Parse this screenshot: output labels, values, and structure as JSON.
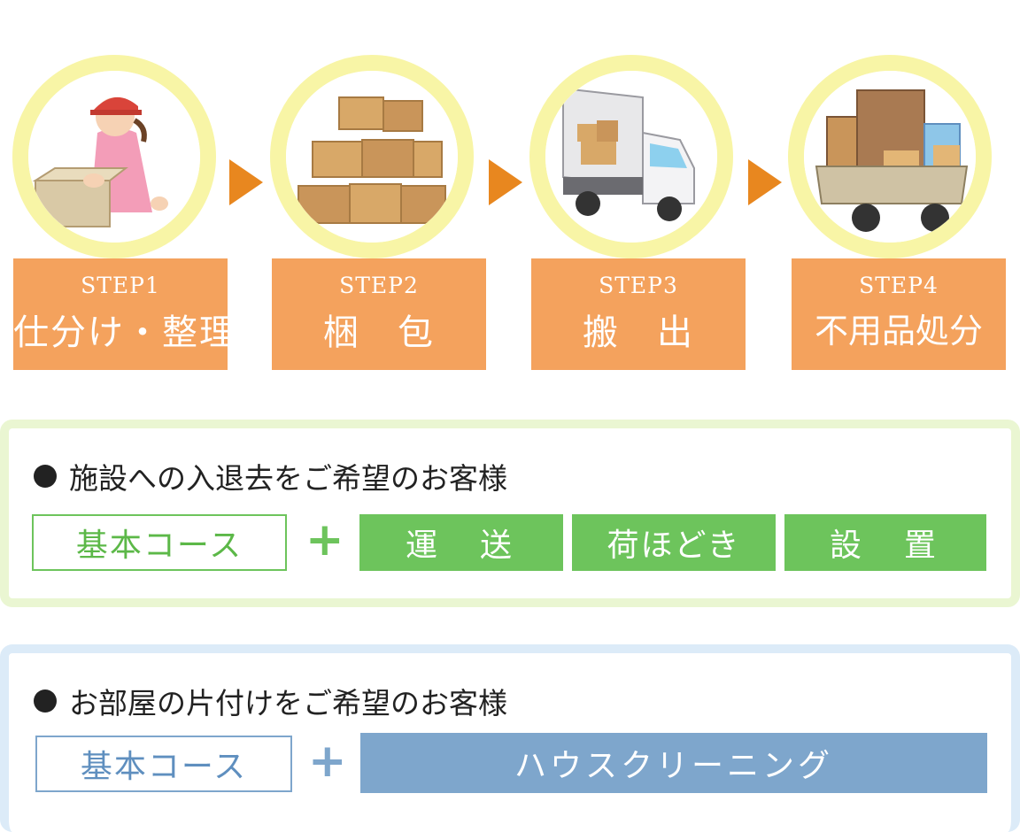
{
  "steps": [
    {
      "label": "STEP1",
      "name": "仕分け・整理",
      "icon": "worker-packing-box-icon"
    },
    {
      "label": "STEP2",
      "name": "梱　包",
      "icon": "stacked-boxes-icon"
    },
    {
      "label": "STEP3",
      "name": "搬　出",
      "icon": "moving-truck-icon"
    },
    {
      "label": "STEP4",
      "name": "不用品処分",
      "icon": "loaded-truck-icon"
    }
  ],
  "facility": {
    "title": "施設への入退去をご希望のお客様",
    "basic": "基本コース",
    "plus": "+",
    "options": [
      "運　送",
      "荷ほどき",
      "設　置"
    ]
  },
  "room": {
    "title": "お部屋の片付けをご希望のお客様",
    "basic": "基本コース",
    "plus": "+",
    "option": "ハウスクリーニング"
  },
  "colors": {
    "step_box": "#f4a25d",
    "arrow": "#e8871f",
    "circle_ring": "#f8f5a6",
    "green_button": "#6dc45c",
    "green_text": "#5cb848",
    "blue_button": "#7ea6cc",
    "blue_text": "#5f8fbf"
  }
}
